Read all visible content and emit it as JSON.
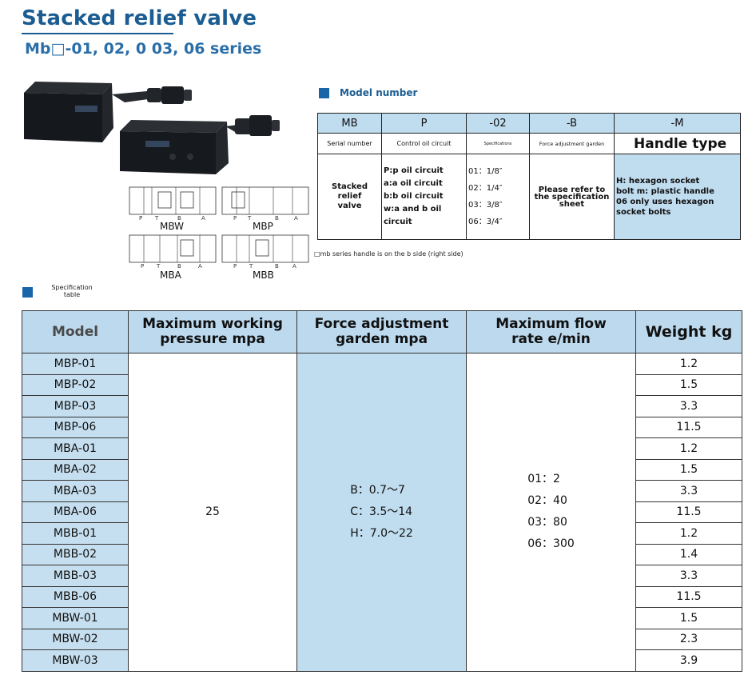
{
  "header": {
    "title": "Stacked relief valve",
    "subtitle": "Mb□-01, 02, 0 03, 06 series"
  },
  "symbols": {
    "labels": [
      "MBW",
      "MBP",
      "MBA",
      "MBB"
    ],
    "ports": [
      "P",
      "T",
      "B",
      "A"
    ]
  },
  "model_number": {
    "heading": "Model number",
    "headers": [
      "MB",
      "P",
      "-02",
      "-B",
      "-M"
    ],
    "labels": {
      "serial": "Serial number",
      "control": "Control oil circuit",
      "specs": "Specifications",
      "force": "Force adjustment garden",
      "handle": "Handle type"
    },
    "body": {
      "serial_lines": [
        "Stacked",
        "relief",
        "valve"
      ],
      "circuit_lines": [
        "P:p oil circuit",
        "a:a oil circuit",
        "b:b oil circuit",
        "w:a and b oil",
        "circuit"
      ],
      "spec_lines": [
        "01：1/8″",
        "02：1/4″",
        "03：3/8″",
        "06：3/4″"
      ],
      "refer_lines": [
        "Please refer to",
        "the specification",
        "sheet"
      ],
      "handle_lines": [
        "H: hexagon socket",
        "bolt m: plastic handle",
        "06 only uses hexagon",
        "socket bolts"
      ]
    },
    "note": "□mb series handle is on the b side (right side)"
  },
  "spec_table": {
    "heading_lines": [
      "Specification",
      "table"
    ],
    "headers": {
      "model": "Model",
      "pressure_1": "Maximum working",
      "pressure_2": "pressure mpa",
      "force_1": "Force adjustment",
      "force_2": "garden mpa",
      "flow_1": "Maximum flow",
      "flow_2": "rate e/min",
      "weight": "Weight kg"
    },
    "pressure": "25",
    "force_lines": [
      "B：0.7～7",
      "C：3.5～14",
      "H：7.0～22"
    ],
    "flow_lines": [
      "01：2",
      "02：40",
      "03：80",
      "06：300"
    ],
    "rows": [
      {
        "model": "MBP-01",
        "weight": "1.2"
      },
      {
        "model": "MBP-02",
        "weight": "1.5"
      },
      {
        "model": "MBP-03",
        "weight": "3.3"
      },
      {
        "model": "MBP-06",
        "weight": "11.5"
      },
      {
        "model": "MBA-01",
        "weight": "1.2"
      },
      {
        "model": "MBA-02",
        "weight": "1.5"
      },
      {
        "model": "MBA-03",
        "weight": "3.3"
      },
      {
        "model": "MBA-06",
        "weight": "11.5"
      },
      {
        "model": "MBB-01",
        "weight": "1.2"
      },
      {
        "model": "MBB-02",
        "weight": "1.4"
      },
      {
        "model": "MBB-03",
        "weight": "3.3"
      },
      {
        "model": "MBB-06",
        "weight": "11.5"
      },
      {
        "model": "MBW-01",
        "weight": "1.5"
      },
      {
        "model": "MBW-02",
        "weight": "2.3"
      },
      {
        "model": "MBW-03",
        "weight": "3.9"
      }
    ]
  },
  "colors": {
    "title": "#1b5d92",
    "accent_square": "#1a64a8",
    "table_header": "#bcd9ee"
  }
}
